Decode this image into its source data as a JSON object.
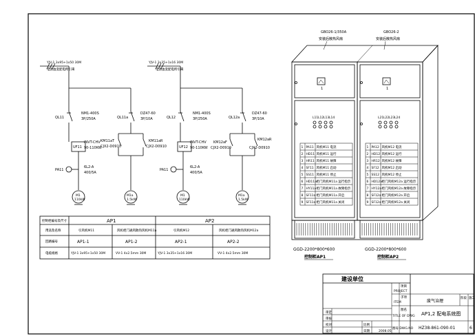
{
  "circuit": {
    "feed1": {
      "cable": "YJV-1 3x95+1x50 30M",
      "note": "电源由变配电所引来"
    },
    "feed2": {
      "cable": "YJV-1 3x35+1x16 30M",
      "note": "电源由变配电所引来"
    },
    "ap1": {
      "main_qf": "QL11",
      "main_qf_spec": "NM1-400S",
      "main_qf_rating": "3P/250A",
      "inverter": "UF11",
      "inverter_model": "INVT-CHV",
      "inverter_spec": "90-110KW",
      "meter": "PA11",
      "meter_model": "6L2-A",
      "meter_spec": "400/5A",
      "motor": "M1",
      "motor_power": "110kW",
      "fan_qf": "QL11a",
      "fan_qf_spec": "DZ47-60",
      "fan_qf_rating": "3P/10A",
      "km1": "KM11aT",
      "km1_spec": "CJX2-D0910",
      "km2": "KM11aR",
      "km2_spec": "CJX2-D0910",
      "fan_motor": "M1a",
      "fan_power": "1.5kW"
    },
    "ap2": {
      "main_qf": "QL12",
      "main_qf_spec": "NM1-400S",
      "main_qf_rating": "3P/250A",
      "inverter": "UF12",
      "inverter_model": "INVT-CHV",
      "inverter_spec": "90-110KW",
      "meter": "PA11",
      "meter_model": "6L2-A",
      "meter_spec": "400/5A",
      "motor": "M1",
      "motor_power": "110kW",
      "fan_qf": "QL12a",
      "fan_qf_spec": "DZ47-60",
      "fan_qf_rating": "3P/10A",
      "km1": "KM12aF",
      "km1_spec": "CJX2-D0910",
      "km2": "KM12aR",
      "km2_spec": "CJX2-D0910",
      "fan_motor": "M1a",
      "fan_power": "1.5kW"
    }
  },
  "table": {
    "header": "控制柜编号及尺寸",
    "groups": [
      "AP1",
      "AP2"
    ],
    "rows": [
      {
        "label": "用途及名称",
        "cells": [
          "引风机M11",
          "风机柜门通风散热风机M11a",
          "引风机M12",
          "风机柜门通风散热风机M12a"
        ]
      },
      {
        "label": "回路编号",
        "cells": [
          "AP1-1",
          "AP1-2",
          "AP2-1",
          "AP2-2"
        ]
      },
      {
        "label": "电缆规格",
        "cells": [
          "YJV-1 3x95+1x50 30M",
          "VV-1 4x2.5mm 30M",
          "YJV-1 3x35+1x16 30M",
          "VV-1 4x2.5mm 30M"
        ]
      }
    ]
  },
  "cabinets": {
    "left": {
      "roof_model": "GBO26-1/350A",
      "roof_name": "安装后散热风扇",
      "display_no": "1",
      "lamps": [
        "L11",
        "L12",
        "L13",
        "L14"
      ],
      "legend": [
        {
          "no": "1",
          "code": "PA11",
          "desc": "风机M11 电流"
        },
        {
          "no": "2",
          "code": "HD11",
          "desc": "风机M11 运行"
        },
        {
          "no": "3",
          "code": "HR11",
          "desc": "风机M11 故障"
        },
        {
          "no": "4",
          "code": "SF11",
          "desc": "风机M11 启动"
        },
        {
          "no": "5",
          "code": "SS11",
          "desc": "风机M11 停止"
        },
        {
          "no": "6",
          "code": "HD11a",
          "desc": "柜门风机M11a 运行指示"
        },
        {
          "no": "7",
          "code": "HY11a",
          "desc": "柜门风机M11a 故障指示"
        },
        {
          "no": "8",
          "code": "SF11a",
          "desc": "柜门风机M11a 开启"
        },
        {
          "no": "9",
          "code": "SF11a",
          "desc": "柜门风机M11a 关闭"
        }
      ],
      "size": "GGD-2200*800*600",
      "name": "控制柜AP1"
    },
    "right": {
      "roof_model": "GBO26-2",
      "roof_name": "安装后散热风扇",
      "display_no": "1",
      "lamps": [
        "L21",
        "L22",
        "L23",
        "L24"
      ],
      "legend": [
        {
          "no": "1",
          "code": "PA12",
          "desc": "风机M12 电流"
        },
        {
          "no": "2",
          "code": "HD12",
          "desc": "风机M12 运行"
        },
        {
          "no": "3",
          "code": "HR12",
          "desc": "风机M12 故障"
        },
        {
          "no": "4",
          "code": "SF12",
          "desc": "风机M12 启动"
        },
        {
          "no": "5",
          "code": "SS12",
          "desc": "风机M12 停止"
        },
        {
          "no": "6",
          "code": "HD12a",
          "desc": "柜门风机M12a 运行指示"
        },
        {
          "no": "7",
          "code": "HY12a",
          "desc": "柜门风机M12a 故障指示"
        },
        {
          "no": "8",
          "code": "SF12a",
          "desc": "柜门风机M12a 开启"
        },
        {
          "no": "9",
          "code": "SF12a",
          "desc": "柜门风机M12a 关闭"
        }
      ],
      "size": "GGD-2200*800*600",
      "name": "控制柜AP2"
    }
  },
  "title_block": {
    "company": "建设单位",
    "row_labels": [
      "审定",
      "审核",
      "校对",
      "设计"
    ],
    "project_label": "项目",
    "project_label_en": "PROJECT",
    "item_label": "子项",
    "item_label_en": "ITEM",
    "item_value": "废气治理",
    "stage_label": "阶段",
    "stage_value": "施工",
    "drawing_label": "图名",
    "drawing_label_en": "TITLE OF DWG",
    "drawing_value": "AP1,2 配电系统图",
    "scale_label": "比例",
    "date_label": "日期",
    "date_value": "2008.05",
    "dwg_no_label": "图号 DWG.NO",
    "dwg_no_value": "HZ38-861-090-01",
    "sheet_no": "6"
  }
}
